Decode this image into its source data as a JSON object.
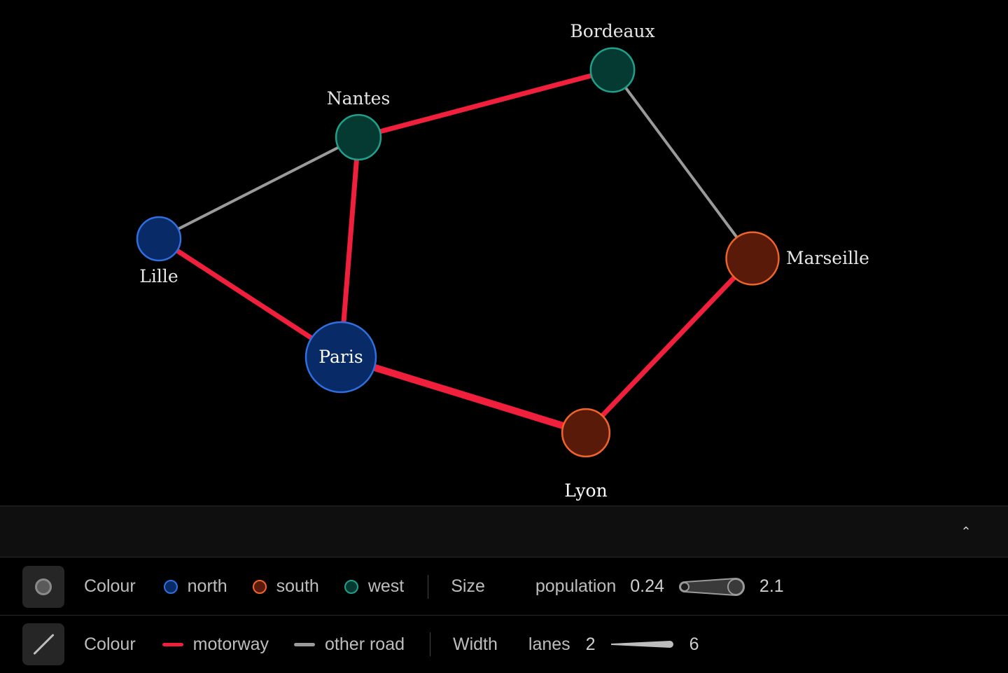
{
  "graph": {
    "nodes": [
      {
        "id": "paris",
        "label": "Paris",
        "region": "north",
        "population": 2.1
      },
      {
        "id": "lille",
        "label": "Lille",
        "region": "north",
        "population": 0.24
      },
      {
        "id": "nantes",
        "label": "Nantes",
        "region": "west",
        "population": 0.33
      },
      {
        "id": "bordeaux",
        "label": "Bordeaux",
        "region": "west",
        "population": 0.26
      },
      {
        "id": "marseille",
        "label": "Marseille",
        "region": "south",
        "population": 0.87
      },
      {
        "id": "lyon",
        "label": "Lyon",
        "region": "south",
        "population": 0.52
      }
    ],
    "edges": [
      {
        "source": "paris",
        "target": "lille",
        "type": "motorway",
        "lanes": 4
      },
      {
        "source": "paris",
        "target": "nantes",
        "type": "motorway",
        "lanes": 4
      },
      {
        "source": "paris",
        "target": "lyon",
        "type": "motorway",
        "lanes": 6
      },
      {
        "source": "nantes",
        "target": "bordeaux",
        "type": "motorway",
        "lanes": 4
      },
      {
        "source": "lyon",
        "target": "marseille",
        "type": "motorway",
        "lanes": 4
      },
      {
        "source": "lille",
        "target": "nantes",
        "type": "other road",
        "lanes": 2
      },
      {
        "source": "bordeaux",
        "target": "marseille",
        "type": "other road",
        "lanes": 2
      }
    ],
    "region_colors": {
      "north": {
        "fill": "#082a66",
        "stroke": "#2f6fe0"
      },
      "south": {
        "fill": "#5a1a0a",
        "stroke": "#f0642a"
      },
      "west": {
        "fill": "#053a32",
        "stroke": "#1fa08a"
      }
    },
    "edge_colors": {
      "motorway": "#f0203c",
      "other road": "#9a9a9a"
    }
  },
  "legend": {
    "nodes": {
      "colour_label": "Colour",
      "categories": [
        {
          "label": "north",
          "color": "#2f6fe0",
          "fill": "#082a66"
        },
        {
          "label": "south",
          "color": "#f0642a",
          "fill": "#5a1a0a"
        },
        {
          "label": "west",
          "color": "#1fa08a",
          "fill": "#053a32"
        }
      ],
      "size_label": "Size",
      "size_field": "population",
      "size_min": "0.24",
      "size_max": "2.1"
    },
    "edges": {
      "colour_label": "Colour",
      "categories": [
        {
          "label": "motorway",
          "color": "#f0203c"
        },
        {
          "label": "other road",
          "color": "#9a9a9a"
        }
      ],
      "width_label": "Width",
      "width_field": "lanes",
      "width_min": "2",
      "width_max": "6"
    }
  },
  "icons": {
    "collapse": "chevron-up-icon",
    "node_kind": "circle-icon",
    "edge_kind": "line-icon"
  }
}
